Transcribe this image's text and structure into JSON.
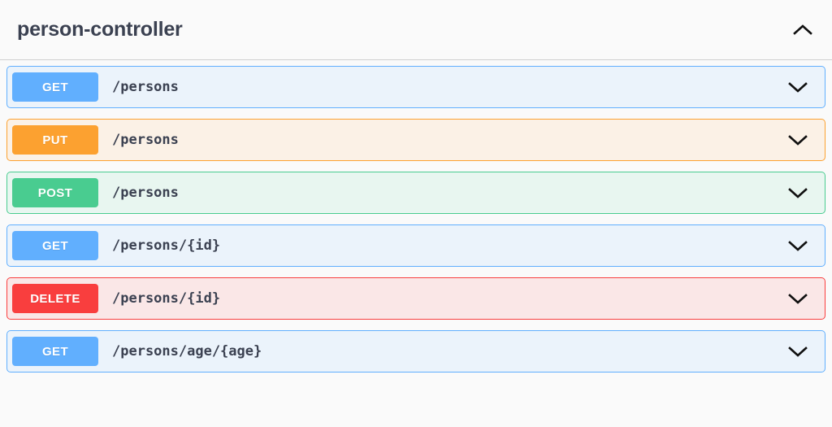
{
  "tag": {
    "name": "person-controller",
    "toggle_icon": "chevron-up-icon",
    "expanded": true
  },
  "colors": {
    "get": "#61affe",
    "get_bg": "#ebf3fb",
    "put": "#fca130",
    "put_bg": "#fbf1e6",
    "post": "#49cc90",
    "post_bg": "#e8f6f0",
    "delete": "#f93e3e",
    "delete_bg": "#fae7e7",
    "title": "#3b4151",
    "page_bg": "#fafafa"
  },
  "operations": [
    {
      "method": "GET",
      "path": "/persons",
      "expand_icon": "chevron-down-icon"
    },
    {
      "method": "PUT",
      "path": "/persons",
      "expand_icon": "chevron-down-icon"
    },
    {
      "method": "POST",
      "path": "/persons",
      "expand_icon": "chevron-down-icon"
    },
    {
      "method": "GET",
      "path": "/persons/{id}",
      "expand_icon": "chevron-down-icon"
    },
    {
      "method": "DELETE",
      "path": "/persons/{id}",
      "expand_icon": "chevron-down-icon"
    },
    {
      "method": "GET",
      "path": "/persons/age/{age}",
      "expand_icon": "chevron-down-icon"
    }
  ]
}
